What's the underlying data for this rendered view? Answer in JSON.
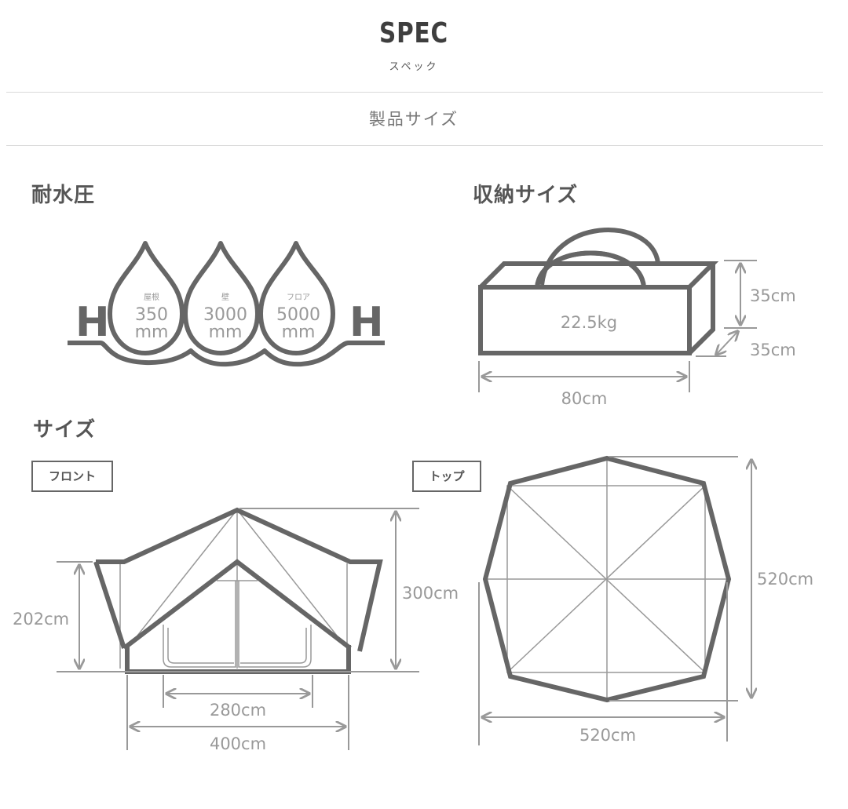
{
  "header": {
    "title": "SPEC",
    "subtitle": "スペック",
    "section_label": "製品サイズ"
  },
  "water_resistance": {
    "heading": "耐水圧",
    "drops": [
      {
        "label": "屋根",
        "value": "350",
        "unit": "mm"
      },
      {
        "label": "壁",
        "value": "3000",
        "unit": "mm"
      },
      {
        "label": "フロア",
        "value": "5000",
        "unit": "mm"
      }
    ],
    "side_letter_left": "H",
    "side_letter_right": "H"
  },
  "storage_size": {
    "heading": "収納サイズ",
    "weight": "22.5kg",
    "height": "35cm",
    "depth": "35cm",
    "width": "80cm"
  },
  "size": {
    "heading": "サイズ",
    "front": {
      "label": "フロント",
      "side_height": "202cm",
      "total_height": "300cm",
      "inner_width": "280cm",
      "outer_width": "400cm"
    },
    "top": {
      "label": "トップ",
      "depth": "520cm",
      "width": "520cm"
    }
  },
  "colors": {
    "outline": "#666666",
    "dimension": "#999999",
    "text": "#555555",
    "rule": "#d9d9d9"
  }
}
